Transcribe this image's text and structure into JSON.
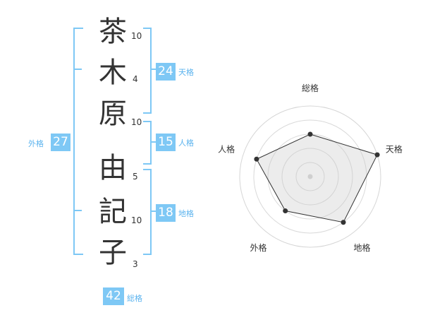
{
  "name": {
    "chars": [
      {
        "char": "茶",
        "strokes": "10"
      },
      {
        "char": "木",
        "strokes": "4"
      },
      {
        "char": "原",
        "strokes": "10"
      },
      {
        "char": "由",
        "strokes": "5"
      },
      {
        "char": "記",
        "strokes": "10"
      },
      {
        "char": "子",
        "strokes": "3"
      }
    ]
  },
  "fortune": {
    "tenkaku": {
      "value": "24",
      "label": "天格"
    },
    "jinkaku": {
      "value": "15",
      "label": "人格"
    },
    "chikaku": {
      "value": "18",
      "label": "地格"
    },
    "gaikaku": {
      "value": "27",
      "label": "外格"
    },
    "soukaku": {
      "value": "42",
      "label": "総格"
    }
  },
  "colors": {
    "accent": "#7ec8f5",
    "label": "#5bb3ee",
    "text": "#333333"
  },
  "chart_data": {
    "type": "radar",
    "axes": [
      "総格",
      "天格",
      "地格",
      "外格",
      "人格"
    ],
    "values": [
      3,
      5,
      4,
      3,
      4
    ],
    "max": 5
  }
}
